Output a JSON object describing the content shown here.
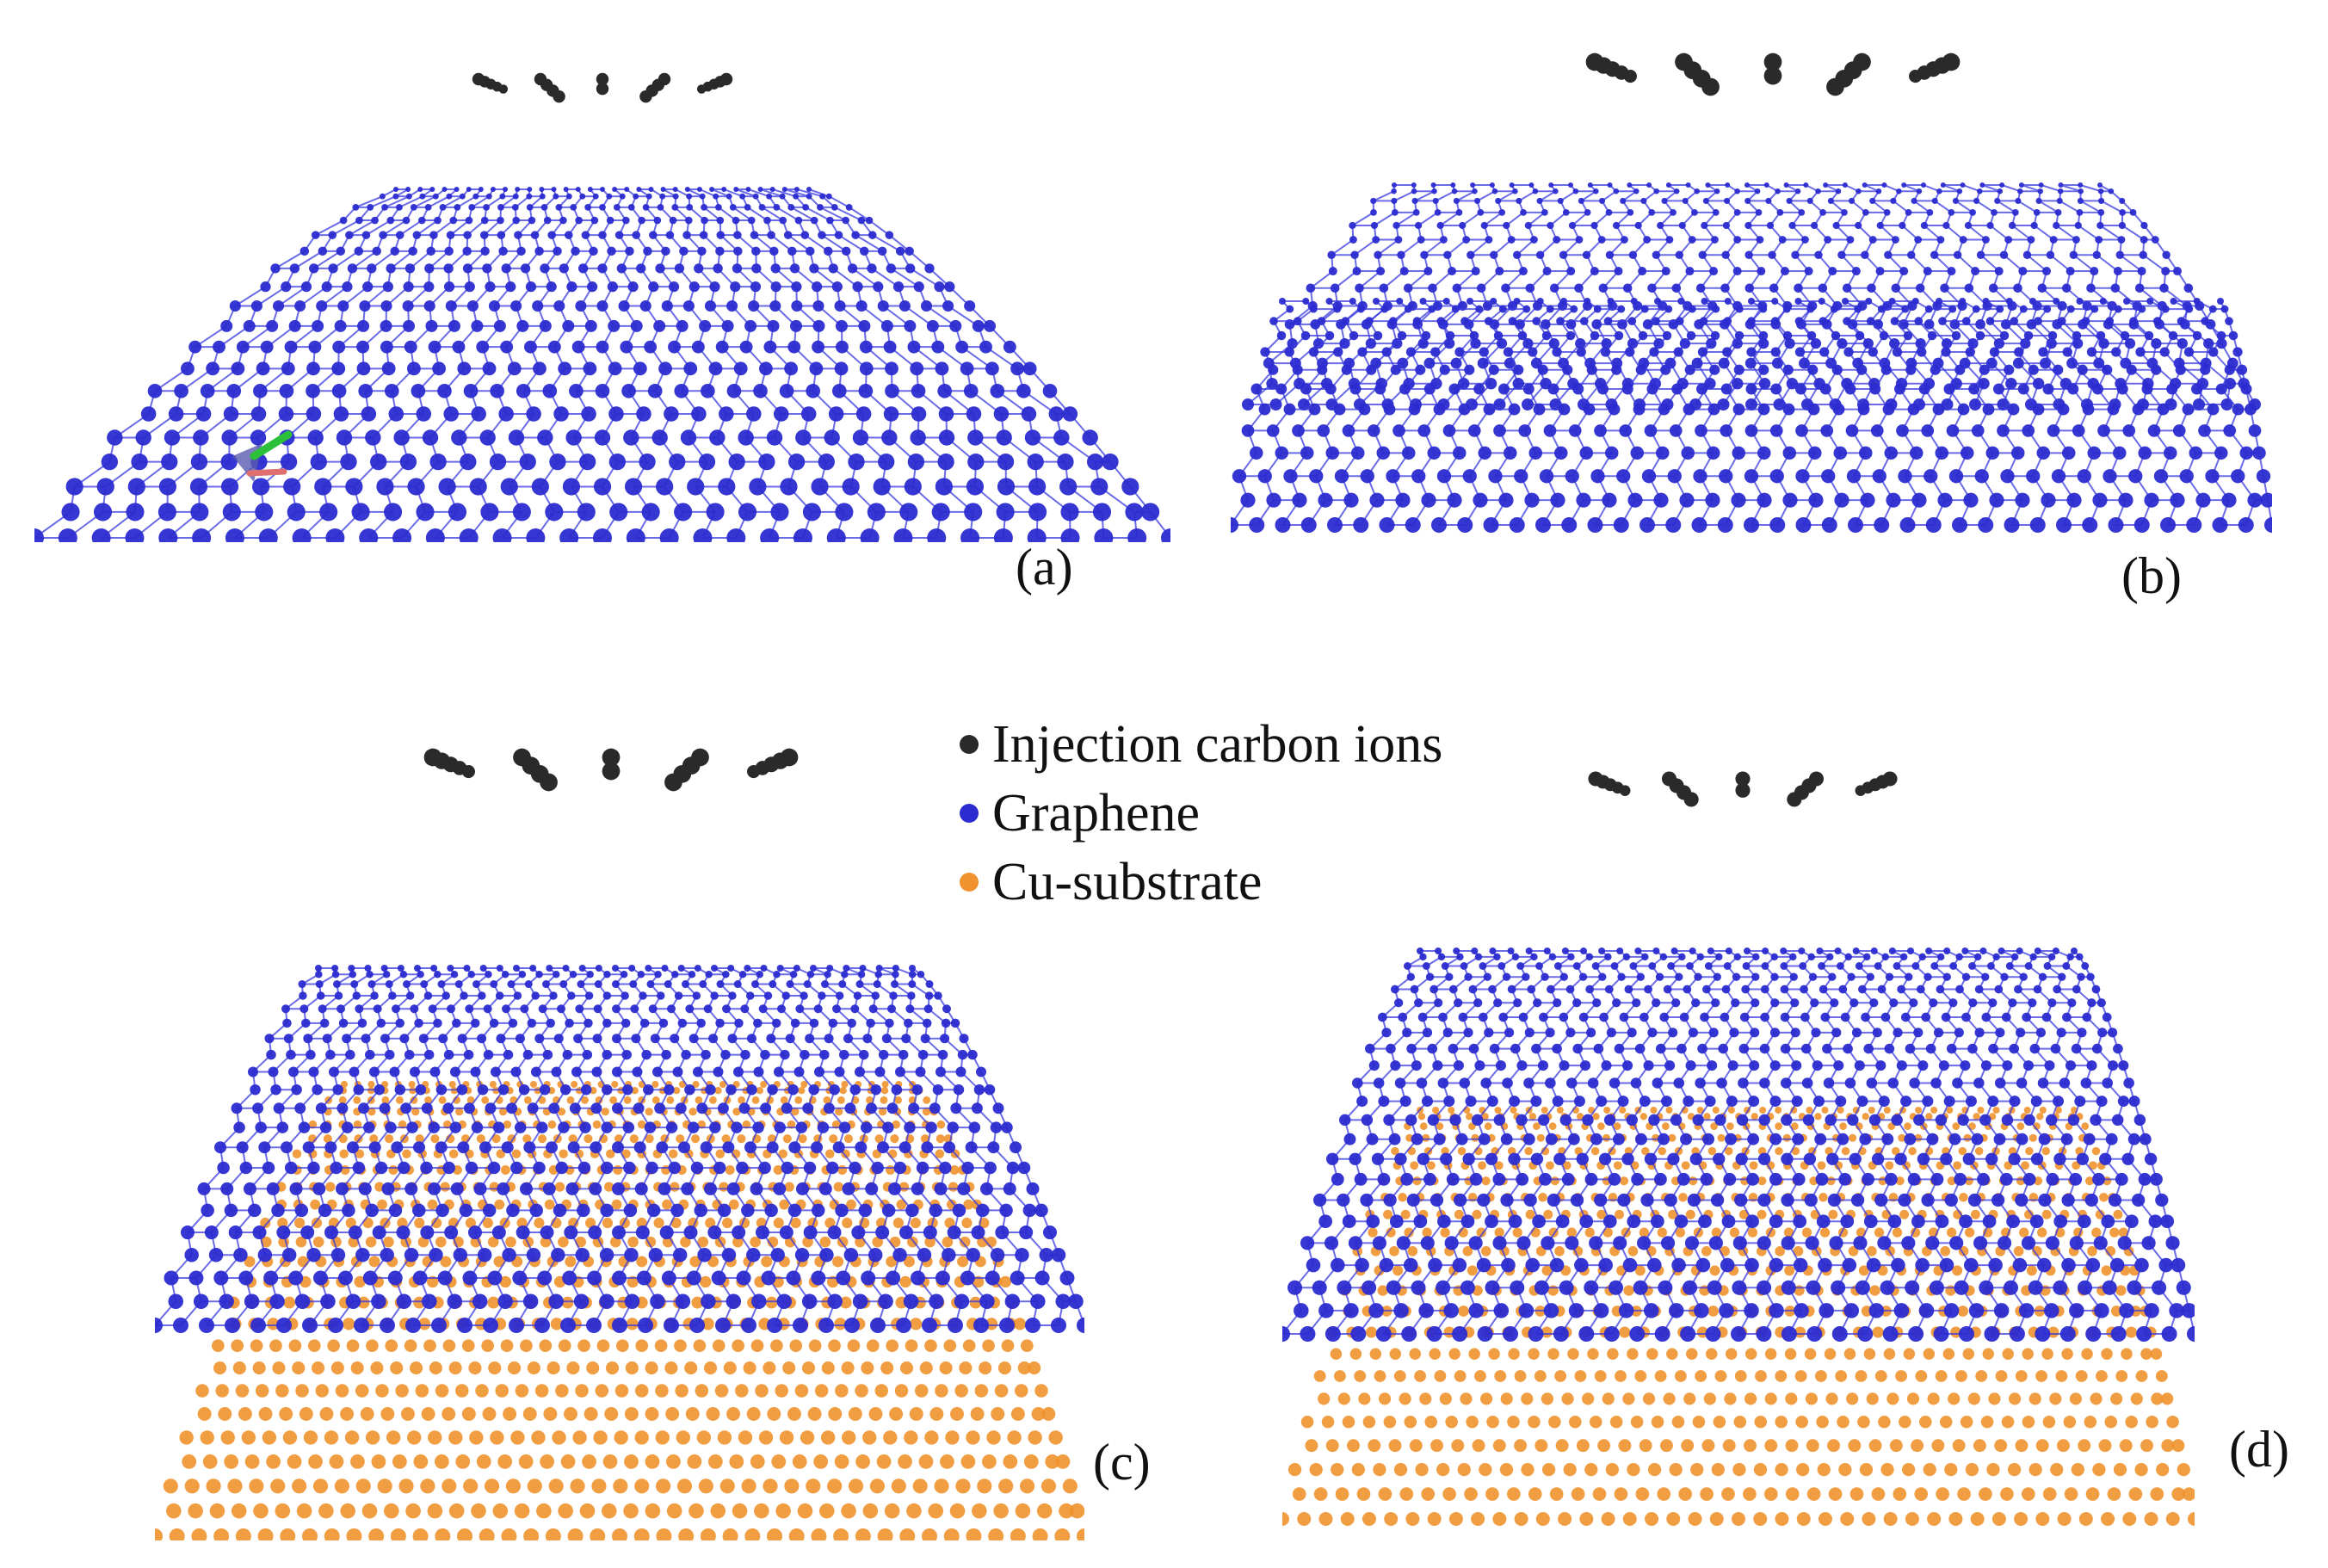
{
  "figure": {
    "panels": [
      {
        "label": "(a)",
        "layers": [
          "graphene"
        ]
      },
      {
        "label": "(b)",
        "layers": [
          "graphene",
          "graphene"
        ]
      },
      {
        "label": "(c)",
        "layers": [
          "graphene",
          "cu-substrate"
        ]
      },
      {
        "label": "(d)",
        "layers": [
          "graphene",
          "graphene",
          "cu-substrate"
        ]
      }
    ],
    "legend": [
      {
        "text": "Injection carbon ions",
        "color": "#2a2a2a"
      },
      {
        "text": "Graphene",
        "color": "#2b2bd0"
      },
      {
        "text": "Cu-substrate",
        "color": "#f0922e"
      }
    ],
    "colors": {
      "carbon_ion": "#2a2a2a",
      "graphene": "#2b2bd0",
      "bond": "#3a3ae0",
      "cu": "#f0922e"
    }
  }
}
